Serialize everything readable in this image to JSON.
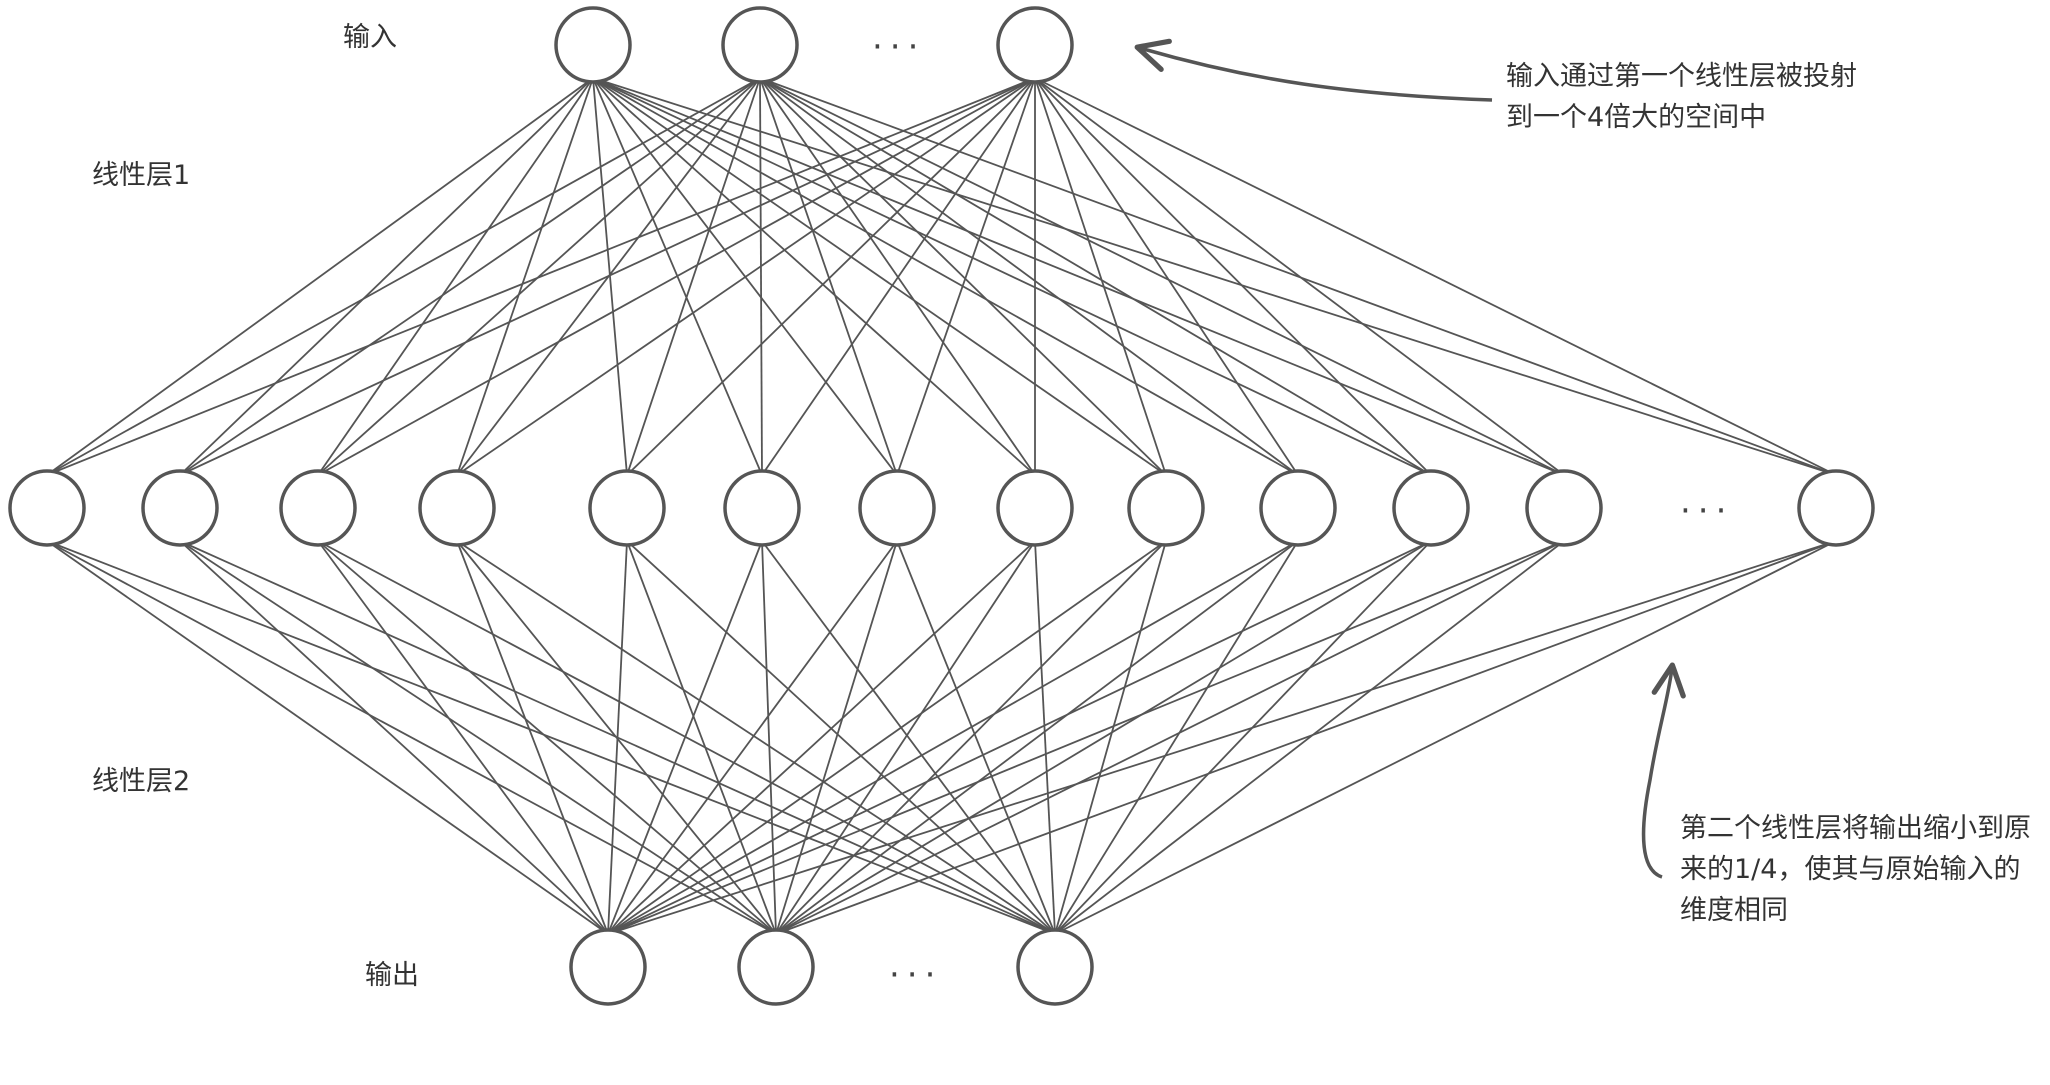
{
  "labels": {
    "input": "输入",
    "linear1": "线性层1",
    "linear2": "线性层2",
    "output": "输出"
  },
  "ellipsis": "···",
  "annotations": {
    "top": [
      "输入通过第一个线性层被投射",
      "到一个4倍大的空间中"
    ],
    "bottom": [
      "第二个线性层将输出缩小到原",
      "来的1/4，使其与原始输入的",
      "维度相同"
    ]
  },
  "colors": {
    "node_stroke": "#555555",
    "edge_stroke": "#555555",
    "text": "#333333"
  },
  "network": {
    "input_nodes": 3,
    "hidden_nodes": 13,
    "output_nodes": 3,
    "dense_connections": true
  }
}
